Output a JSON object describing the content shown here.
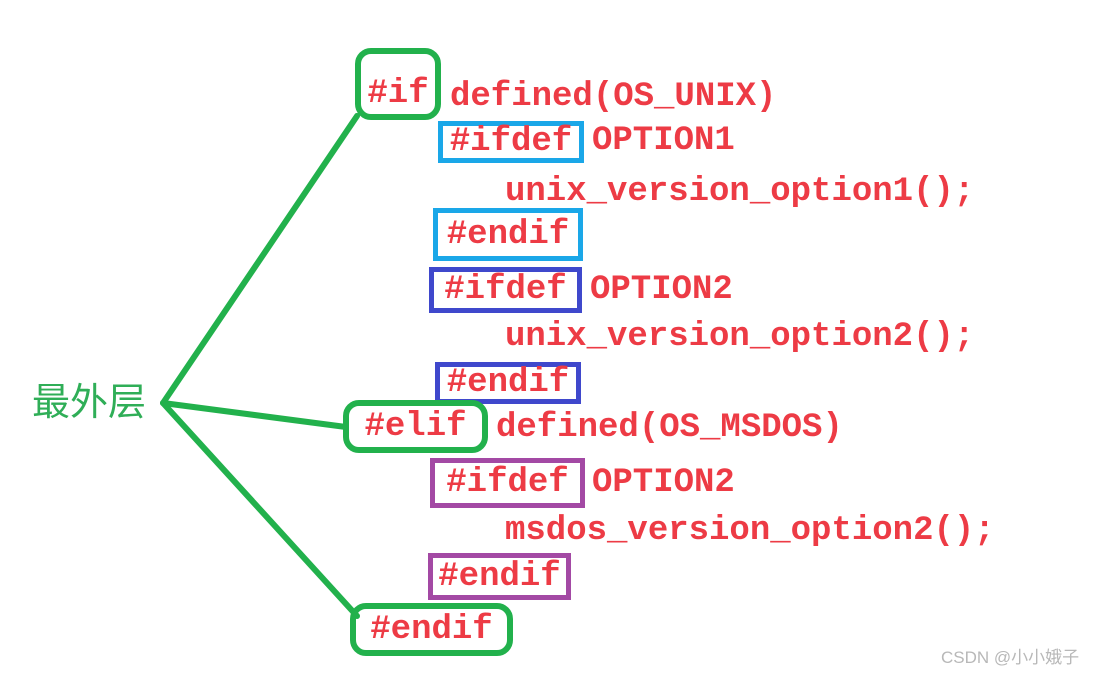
{
  "diagram": {
    "outer_label": "最外层",
    "watermark": "CSDN @小小娥子",
    "colors": {
      "outer_group_green": "#22b14c",
      "code_red": "#ed3b45",
      "inner_pair1_cyan": "#1aa7e8",
      "inner_pair2_navy": "#3f48cc",
      "inner_pair3_purple": "#a349a4",
      "watermark_gray": "#b8b8b8",
      "background": "#ffffff"
    },
    "code": {
      "lines": [
        {
          "keyword": "#if",
          "argument": "defined(OS_UNIX)",
          "box_color": "green"
        },
        {
          "keyword": "#ifdef",
          "argument": "OPTION1",
          "box_color": "cyan"
        },
        {
          "statement": "unix_version_option1();"
        },
        {
          "keyword": "#endif",
          "box_color": "cyan"
        },
        {
          "keyword": "#ifdef",
          "argument": "OPTION2",
          "box_color": "navy"
        },
        {
          "statement": "unix_version_option2();"
        },
        {
          "keyword": "#endif",
          "box_color": "navy"
        },
        {
          "keyword": "#elif",
          "argument": "defined(OS_MSDOS)",
          "box_color": "green"
        },
        {
          "keyword": "#ifdef",
          "argument": "OPTION2",
          "box_color": "purple"
        },
        {
          "statement": "msdos_version_option2();"
        },
        {
          "keyword": "#endif",
          "box_color": "purple"
        },
        {
          "keyword": "#endif",
          "box_color": "green"
        }
      ]
    }
  }
}
